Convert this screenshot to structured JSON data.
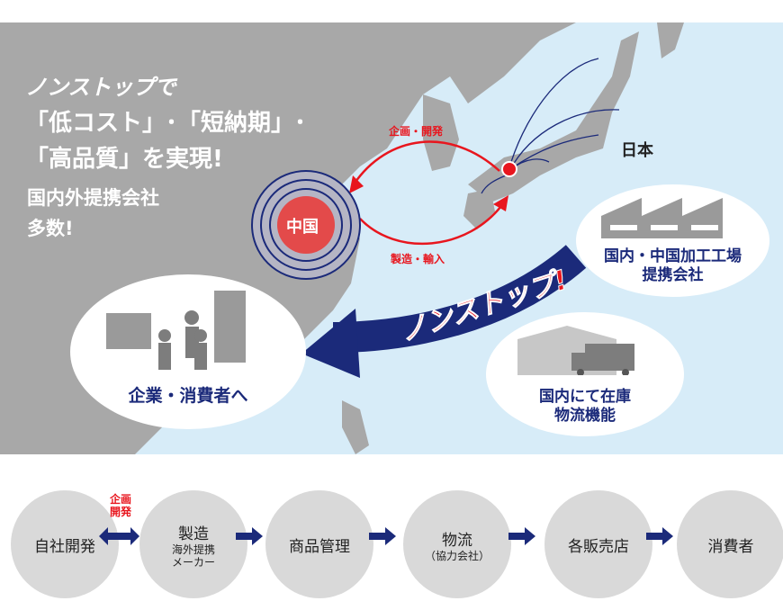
{
  "headline": {
    "line1": "ノンストップで",
    "line2": "「低コスト」･「短納期」･",
    "line3": "「高品質」を実現!"
  },
  "subtext": {
    "line1": "国内外提携会社",
    "line2": "多数!"
  },
  "map": {
    "china_label": "中国",
    "japan_label": "日本",
    "arrow_top_label": "企画・開発",
    "arrow_bottom_label": "製造・輸入",
    "nonstop_label": "ノンストップ!",
    "factory_label_line1": "国内・中国加工工場",
    "factory_label_line2": "提携会社",
    "warehouse_label_line1": "国内にて在庫",
    "warehouse_label_line2": "物流機能",
    "consumer_label": "企業・消費者へ"
  },
  "flow": {
    "steps": [
      {
        "main": "自社開発"
      },
      {
        "main": "製造",
        "sub1": "海外提携",
        "sub2": "メーカー"
      },
      {
        "main": "商品管理"
      },
      {
        "main": "物流",
        "sub1": "（協力会社）"
      },
      {
        "main": "各販売店"
      },
      {
        "main": "消費者"
      }
    ],
    "bidirectional_label_line1": "企画",
    "bidirectional_label_line2": "開発"
  },
  "colors": {
    "navy": "#1b2a7a",
    "red": "#e8161e",
    "sea": "#d7ecf8",
    "land": "#a8a8a8",
    "circle": "#d9d9d9"
  }
}
